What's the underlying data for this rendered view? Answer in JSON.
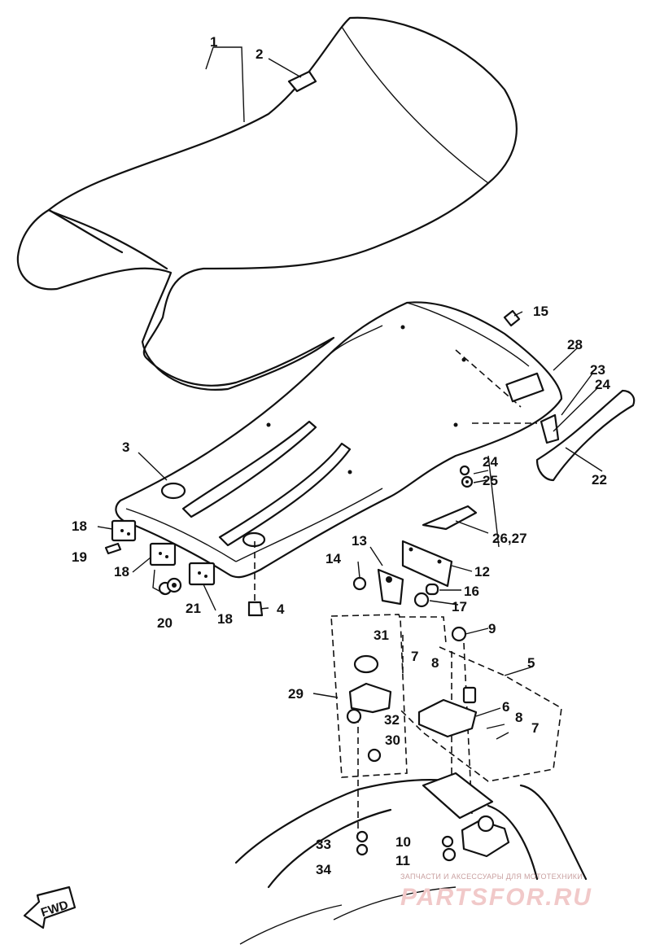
{
  "diagram": {
    "labels": [
      "1",
      "2",
      "3",
      "4",
      "5",
      "6",
      "7",
      "7",
      "8",
      "8",
      "9",
      "10",
      "11",
      "12",
      "13",
      "14",
      "15",
      "16",
      "17",
      "18",
      "18",
      "18",
      "19",
      "20",
      "21",
      "22",
      "23",
      "24",
      "24",
      "25",
      "26,27",
      "28",
      "29",
      "30",
      "31",
      "32",
      "33",
      "34"
    ],
    "direction_marker": "FWD"
  },
  "watermark": {
    "tagline": "ЗАПЧАСТИ И АКСЕССУАРЫ ДЛЯ МОТОТЕХНИКИ",
    "brand": "PARTSFOR.RU",
    "color": "#e8b4b4"
  }
}
